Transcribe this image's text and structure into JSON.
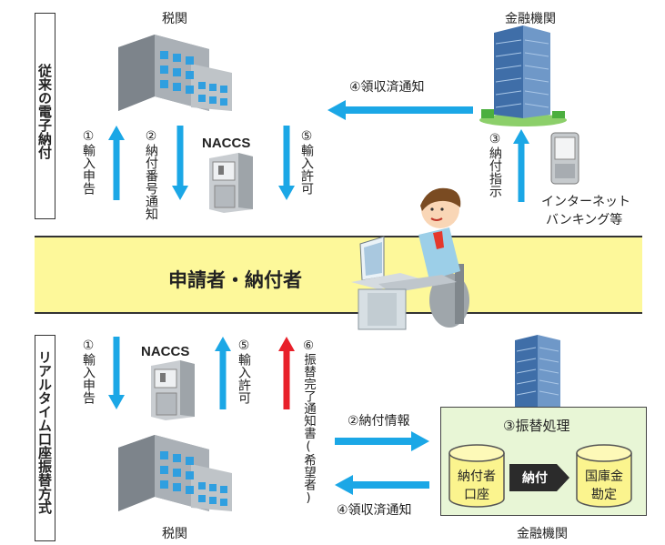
{
  "colors": {
    "arrow_blue": "#1ba7e6",
    "arrow_red": "#e8202a",
    "band_yellow": "#fdf89a",
    "transfer_green": "#e8f6d6",
    "cylinder_yellow": "#fbf48e"
  },
  "top": {
    "section_label": "従来の電子納付",
    "customs_label": "税関",
    "bank_label": "金融機関",
    "naccs_label": "NACCS",
    "receipt_notice": "④領収済通知",
    "step1": "①輸入申告",
    "step2": "②納付番号通知",
    "step5": "⑤輸入許可",
    "step3": "③納付指示",
    "internet_banking_line1": "インターネット",
    "internet_banking_line2": "バンキング等"
  },
  "band": {
    "title": "申請者・納付者"
  },
  "bottom": {
    "section_label": "リアルタイム口座振替方式",
    "naccs_label": "NACCS",
    "step1": "①輸入申告",
    "step5": "⑤輸入許可",
    "step6": "⑥振替完了通知書(希望者)",
    "payment_info": "②納付情報",
    "receipt_notice": "④領収済通知",
    "transfer_process": "③振替処理",
    "payer_account_line1": "納付者",
    "payer_account_line2": "口座",
    "payment_label": "納付",
    "treasury_line1": "国庫金",
    "treasury_line2": "勘定",
    "customs_label": "税関",
    "bank_label": "金融機関"
  }
}
